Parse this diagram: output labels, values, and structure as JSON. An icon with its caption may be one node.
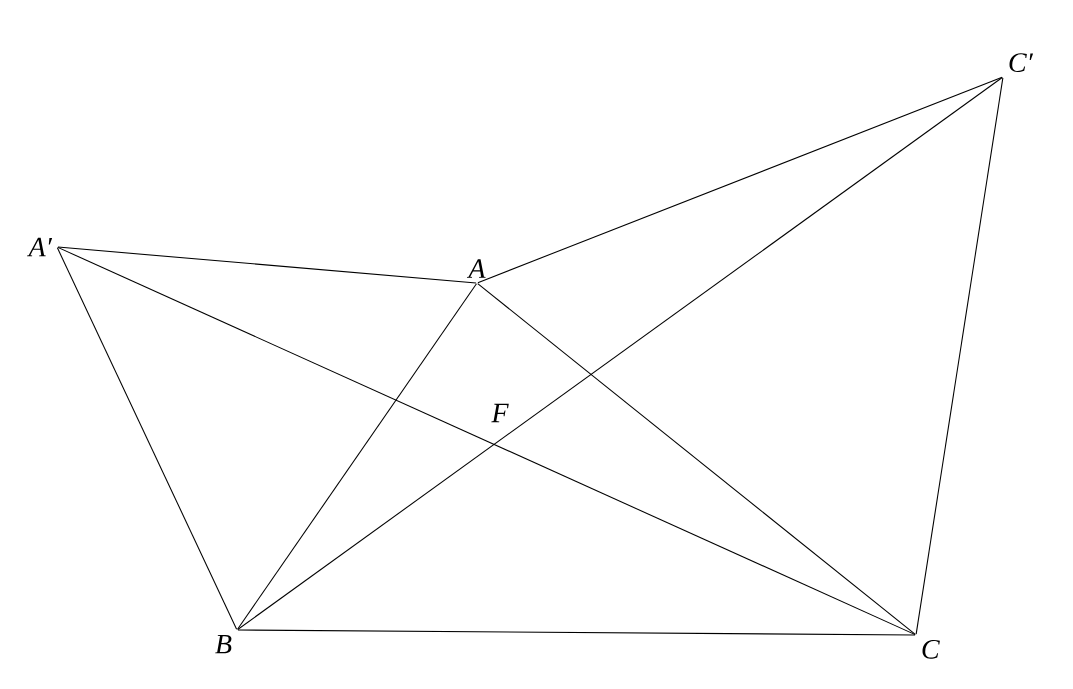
{
  "diagram": {
    "nodes": [
      {
        "text": [
          "A′"
        ]
      },
      {
        "text": [
          "A"
        ]
      },
      {
        "text": [
          "C′"
        ]
      },
      {
        "text": [
          "B"
        ]
      },
      {
        "text": [
          "C"
        ]
      }
    ],
    "edges": [
      {
        "from": 0,
        "to": 1,
        "arrow": "none"
      },
      {
        "from": 1,
        "to": 2,
        "arrow": "none"
      },
      {
        "from": 0,
        "to": 3,
        "arrow": "none"
      },
      {
        "from": 0,
        "to": 4,
        "arrow": "none"
      },
      {
        "from": 1,
        "to": 3,
        "arrow": "none"
      },
      {
        "from": 1,
        "to": 4,
        "arrow": "none"
      },
      {
        "from": 3,
        "to": 2,
        "arrow": "none"
      },
      {
        "from": 2,
        "to": 4,
        "arrow": "none"
      },
      {
        "from": 3,
        "to": 4,
        "arrow": "none"
      }
    ],
    "labels": [
      "F"
    ]
  }
}
